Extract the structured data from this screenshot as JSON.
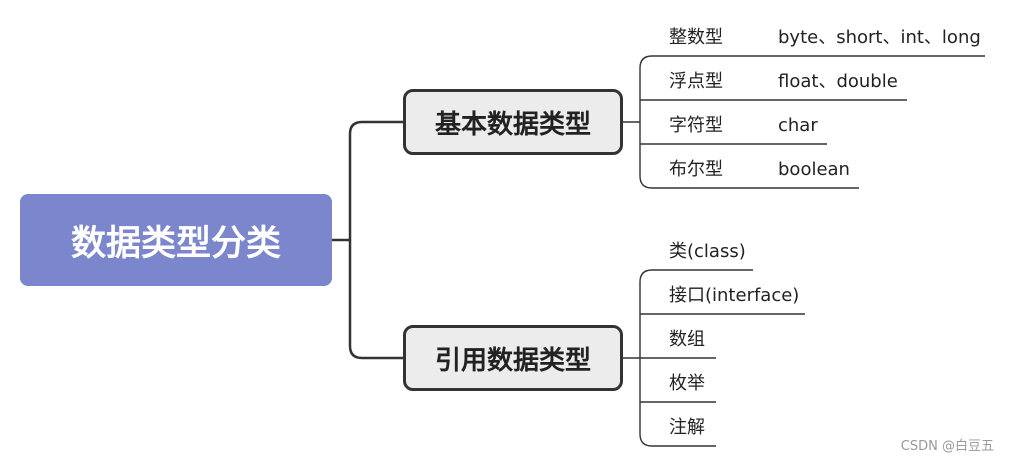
{
  "root": {
    "label": "数据类型分类"
  },
  "branches": [
    {
      "label": "基本数据类型",
      "leaves": [
        {
          "label": "整数型",
          "detail": "byte、short、int、long"
        },
        {
          "label": "浮点型",
          "detail": "float、double"
        },
        {
          "label": "字符型",
          "detail": "char"
        },
        {
          "label": "布尔型",
          "detail": "boolean"
        }
      ]
    },
    {
      "label": "引用数据类型",
      "leaves": [
        {
          "label": "类(class)"
        },
        {
          "label": "接口(interface)"
        },
        {
          "label": "数组"
        },
        {
          "label": "枚举"
        },
        {
          "label": "注解"
        }
      ]
    }
  ],
  "watermark": "CSDN @白豆五",
  "colors": {
    "root_fill": "#7b86cc",
    "branch_fill": "#ececec",
    "line": "#333333"
  }
}
